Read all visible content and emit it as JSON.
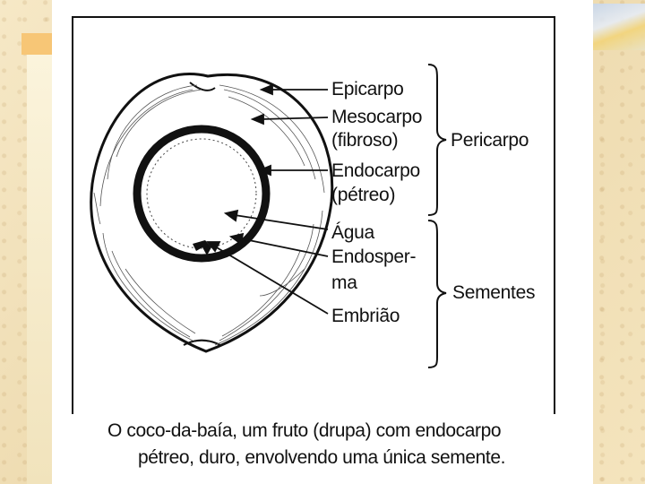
{
  "labels": {
    "epicarpo": "Epicarpo",
    "mesocarpo_1": "Mesocarpo",
    "mesocarpo_2": "(fibroso)",
    "endocarpo_1": "Endocarpo",
    "endocarpo_2": "(pétreo)",
    "agua": "Água",
    "endosperma_1": "Endosper-",
    "endosperma_2": "ma",
    "embriao": "Embrião",
    "pericarpo": "Pericarpo",
    "sementes": "Sementes"
  },
  "caption": {
    "line1": "O coco-da-baía, um fruto (drupa) com endocarpo",
    "line2": "pétreo, duro, envolvendo uma única semente."
  }
}
